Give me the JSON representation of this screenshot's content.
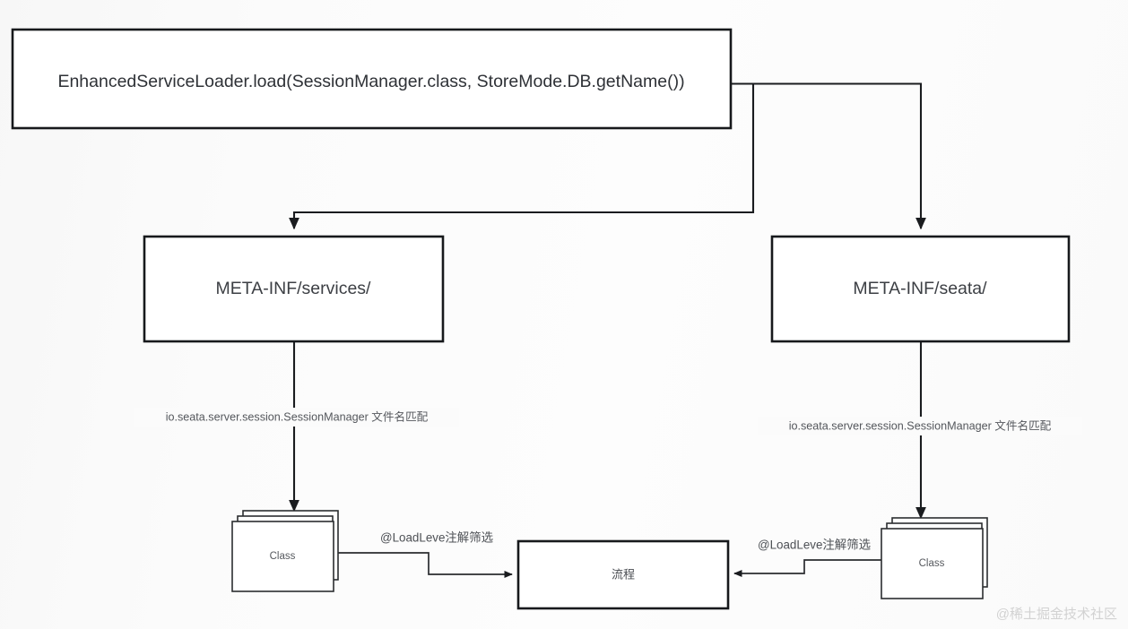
{
  "diagram": {
    "title": "EnhancedServiceLoader SPI loading flow",
    "background_color": "#fafafa",
    "stroke_color": "#17191c",
    "text_color": "#3c3f44",
    "nodes": {
      "entry": {
        "label": "EnhancedServiceLoader.load(SessionManager.class, StoreMode.DB.getName())"
      },
      "services_dir": {
        "label": "META-INF/services/"
      },
      "seata_dir": {
        "label": "META-INF/seata/"
      },
      "class_left": {
        "label": "Class"
      },
      "class_right": {
        "label": "Class"
      },
      "process": {
        "label": "流程"
      }
    },
    "edges": {
      "entry_to_services": {
        "label": ""
      },
      "entry_to_seata": {
        "label": ""
      },
      "services_to_class_left": {
        "label": "io.seata.server.session.SessionManager 文件名匹配"
      },
      "seata_to_class_right": {
        "label": "io.seata.server.session.SessionManager 文件名匹配"
      },
      "class_left_to_process": {
        "label": "@LoadLeve注解筛选"
      },
      "class_right_to_process": {
        "label": "@LoadLeve注解筛选"
      }
    },
    "watermark": {
      "label": "@稀土掘金技术社区"
    }
  }
}
